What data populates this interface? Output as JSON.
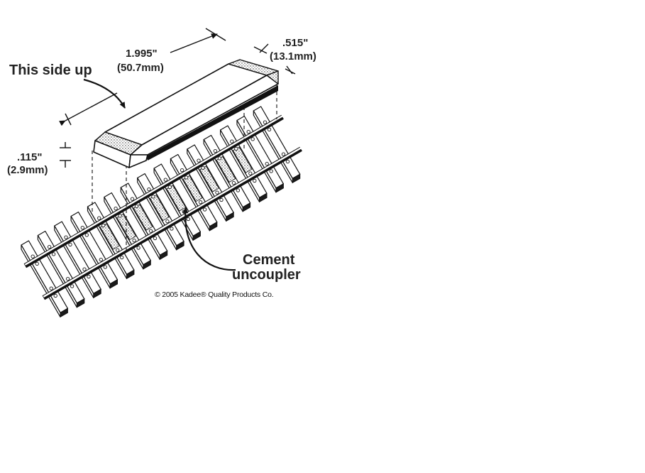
{
  "labels": {
    "side_up": "This side up",
    "length_in": "1.995\"",
    "length_mm": "(50.7mm)",
    "width_in": ".515\"",
    "width_mm": "(13.1mm)",
    "height_in": ".115\"",
    "height_mm": "(2.9mm)",
    "cement_line1": "Cement",
    "cement_line2": "uncoupler",
    "copyright": "© 2005 Kadee® Quality Products Co."
  },
  "colors": {
    "ink": "#111111",
    "background": "#ffffff"
  }
}
